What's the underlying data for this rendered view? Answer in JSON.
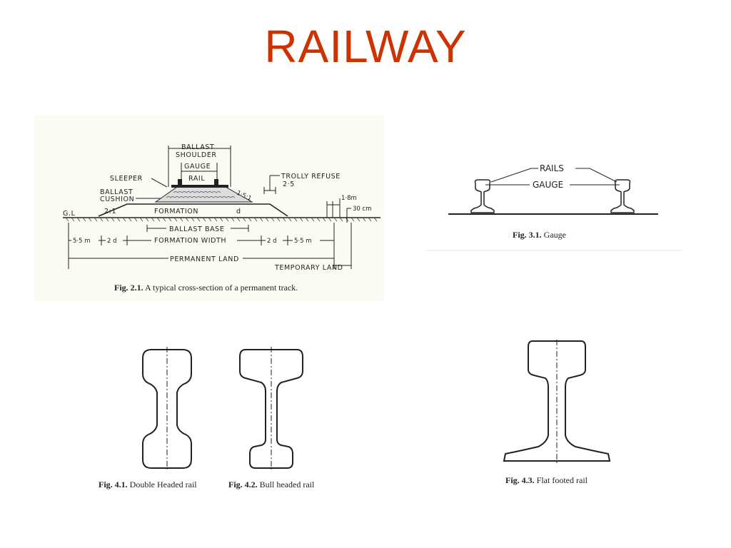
{
  "title": "RAILWAY",
  "colors": {
    "title": "#cc3300",
    "ink": "#222222",
    "scan_tint": "#fbfbf3"
  },
  "fig_2_1": {
    "caption_num": "Fig. 2.1.",
    "caption_text": "A typical cross-section of a permanent track.",
    "labels": {
      "ballast_shoulder_1": "BALLAST",
      "ballast_shoulder_2": "SHOULDER",
      "gauge": "GAUGE",
      "rail": "RAIL",
      "sleeper": "SLEEPER",
      "ballast_cushion_1": "BALLAST",
      "ballast_cushion_2": "CUSHION",
      "trolly_refuse": "TROLLY REFUSE",
      "trolly_value": "2·5",
      "slope_1": "1·5:1",
      "slope_2": "2:1",
      "gl": "G.L",
      "formation": "FORMATION",
      "d_label": "d",
      "m18": "1·8m",
      "cm30": "30 cm",
      "ballast_base": "BALLAST BASE",
      "formation_width": "FORMATION WIDTH",
      "left_55": "5·5 m",
      "left_2d": "2 d",
      "right_2d": "2 d",
      "right_55": "5·5 m",
      "permanent_land": "PERMANENT LAND",
      "temporary_land": "TEMPORARY LAND"
    }
  },
  "fig_3_1": {
    "caption_num": "Fig. 3.1.",
    "caption_text": "Gauge",
    "labels": {
      "rails": "RAILS",
      "gauge": "GAUGE"
    }
  },
  "fig_4_1": {
    "caption_num": "Fig. 4.1.",
    "caption_text": "Double Headed rail"
  },
  "fig_4_2": {
    "caption_num": "Fig. 4.2.",
    "caption_text": "Bull headed rail"
  },
  "fig_4_3": {
    "caption_num": "Fig. 4.3.",
    "caption_text": "Flat footed rail"
  }
}
